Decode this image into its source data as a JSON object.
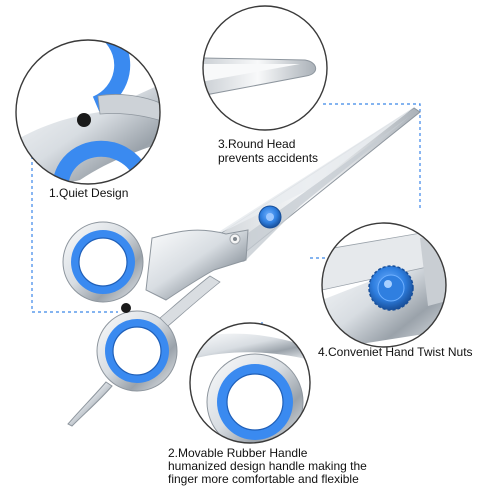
{
  "labels": {
    "quiet_design": "1.Quiet Design",
    "round_head_line1": "3.Round Head",
    "round_head_line2": "prevents accidents",
    "twist_nuts": "4.Conveniet Hand Twist Nuts",
    "rubber_handle_line1": "2.Movable Rubber Handle",
    "rubber_handle_line2": "humanized design handle making the",
    "rubber_handle_line3": "finger more comfortable and flexible"
  },
  "colors": {
    "accent_blue": "#2f7fe0",
    "ring_blue": "#3a8af0",
    "steel_light": "#f2f4f6",
    "steel_dark": "#8d949c",
    "dash_blue": "#3b86e8"
  }
}
